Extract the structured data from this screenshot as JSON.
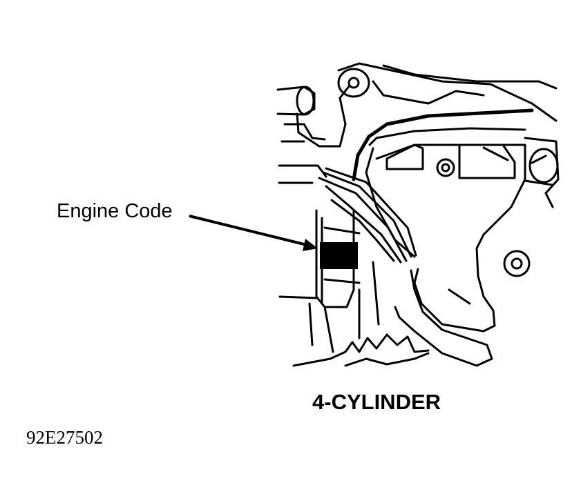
{
  "callout": {
    "label": "Engine Code"
  },
  "caption": "4-CYLINDER",
  "figure_id": "92E27502",
  "colors": {
    "ink": "#000000",
    "paper": "#ffffff"
  },
  "icons": [
    "engine-block-illustration",
    "leader-arrow"
  ]
}
